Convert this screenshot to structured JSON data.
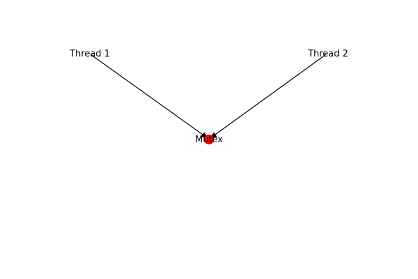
{
  "diagram": {
    "nodes": [
      {
        "id": "thread1",
        "label": "Thread 1",
        "color": "#ffffff"
      },
      {
        "id": "thread2",
        "label": "Thread 2",
        "color": "#ffffff"
      },
      {
        "id": "mutex",
        "label": "Mutex",
        "color": "#ff0000"
      }
    ],
    "edges": [
      {
        "from": "thread1",
        "to": "mutex",
        "directed": true
      },
      {
        "from": "thread2",
        "to": "mutex",
        "directed": true
      }
    ],
    "edge_color": "#000000"
  }
}
